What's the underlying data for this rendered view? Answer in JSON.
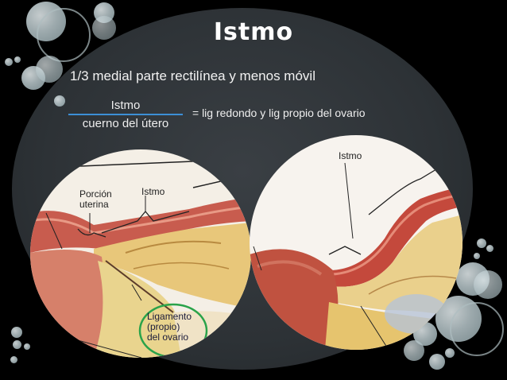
{
  "slide": {
    "title": "Istmo",
    "subtitle_line": "1/3 medial parte rectilínea y menos móvil",
    "fraction": {
      "numerator": "Istmo",
      "denominator": "cuerno del útero"
    },
    "equation_text": "=  lig redondo y lig propio del ovario"
  },
  "left_image": {
    "labels": {
      "porcion": "Porción\nuterina",
      "istmo": "Istmo",
      "ligamento": "Ligamento\n(propio)\ndel ovario",
      "del_fragment": "del"
    },
    "highlight_color": "#2aa34a"
  },
  "right_image": {
    "labels": {
      "istmo": "Istmo"
    }
  },
  "colors": {
    "background": "#000000",
    "panel": "#2d3236",
    "accent_bar": "#3c8fd6",
    "bubble": "#b9c8cc"
  }
}
